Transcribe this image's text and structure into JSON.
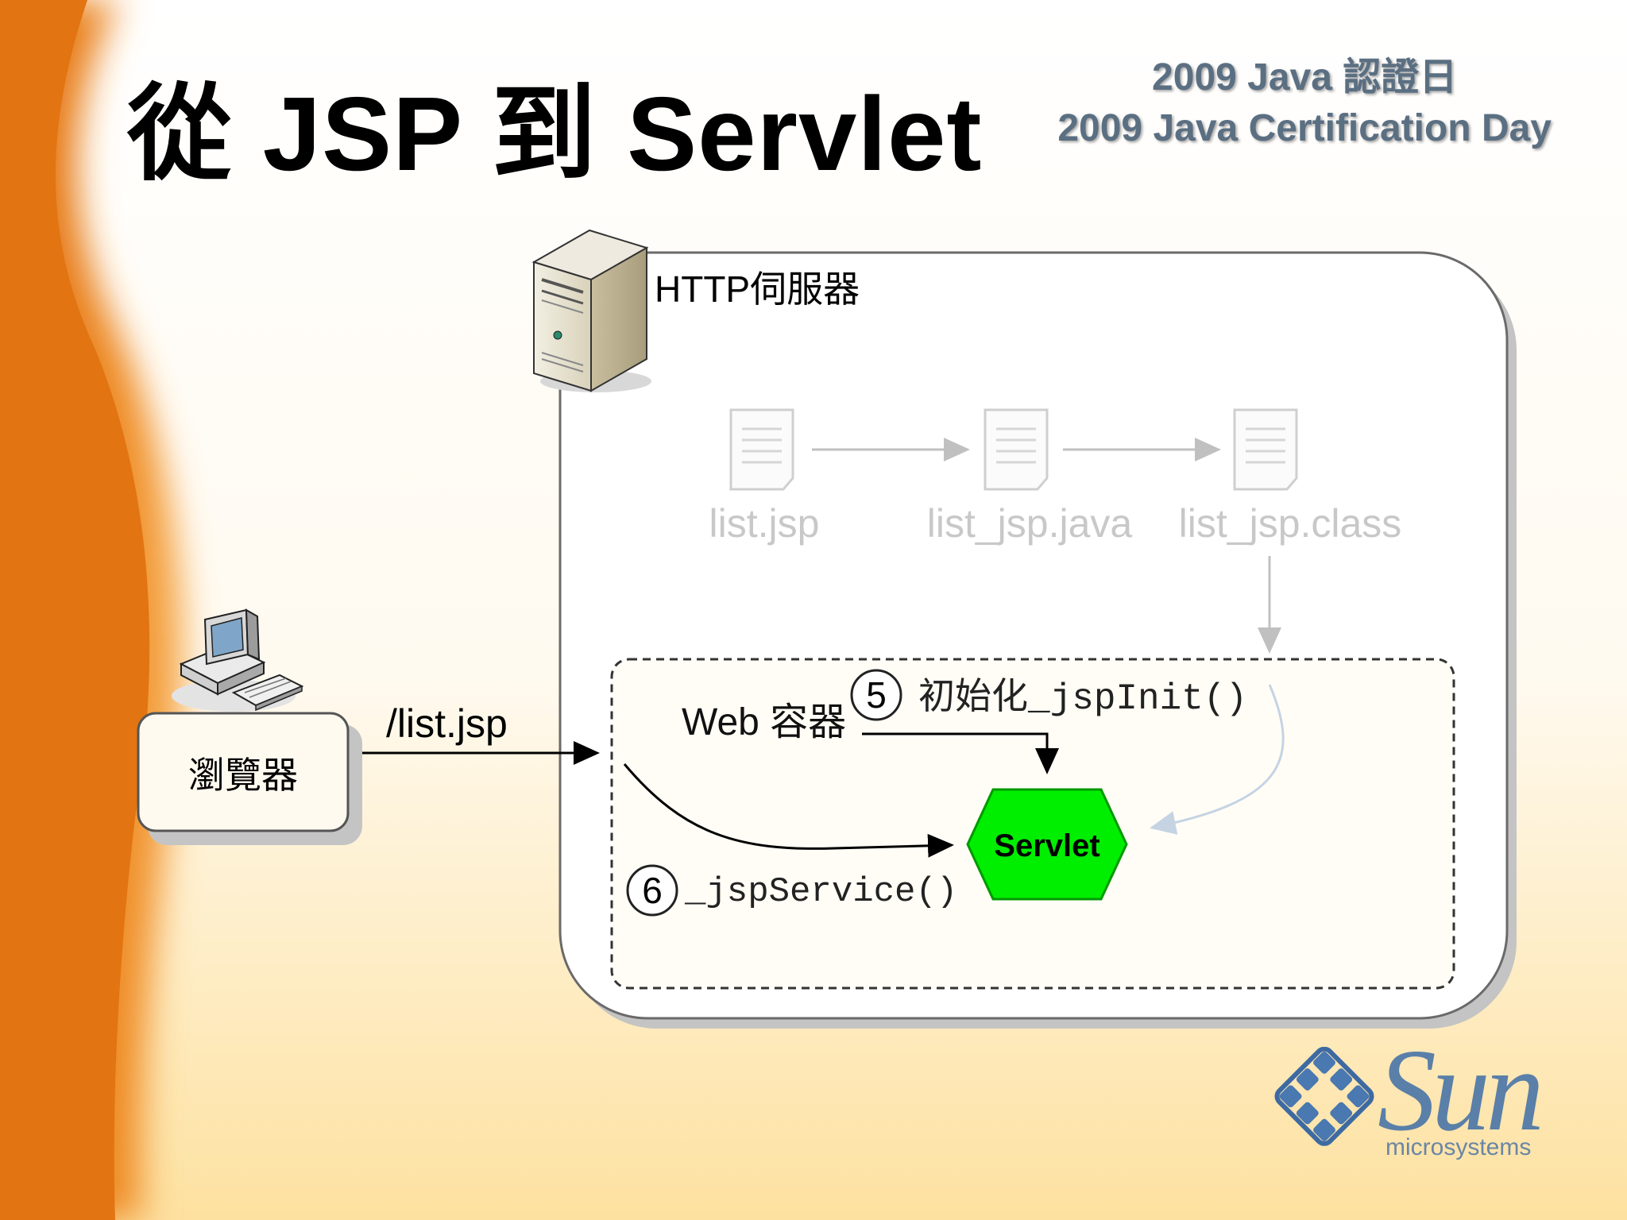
{
  "slide": {
    "title": "從 JSP 到 Servlet",
    "event_line1": "2009 Java 認證日",
    "event_line2": "2009 Java Certification Day"
  },
  "diagram": {
    "http_server_label": "HTTP伺服器",
    "files": [
      "list.jsp",
      "list_jsp.java",
      "list_jsp.class"
    ],
    "browser_label": "瀏覽器",
    "request_path": "/list.jsp",
    "web_container_label": "Web 容器",
    "step5_number": "5",
    "step5_label": "初始化_jspInit()",
    "step6_number": "6",
    "step6_label": "_jspService()",
    "servlet_label": "Servlet"
  },
  "logo": {
    "brand": "Sun",
    "sub": "microsystems"
  },
  "colors": {
    "accent_orange": "#e8801e",
    "servlet_green": "#00ee00",
    "event_text": "#5b6f82",
    "faded_gray": "#c8c8c8"
  }
}
